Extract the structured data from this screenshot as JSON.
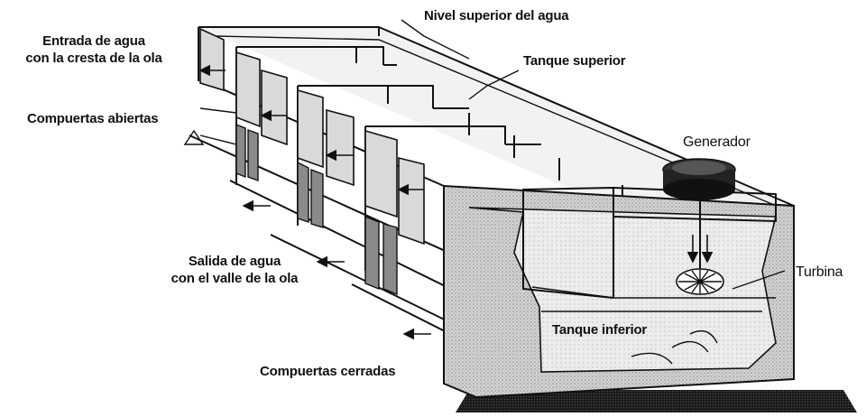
{
  "labels": {
    "water_inlet_line1": "Entrada de agua",
    "water_inlet_line2": "con la cresta de la ola",
    "upper_water_level": "Nivel superior del agua",
    "upper_tank": "Tanque superior",
    "open_gates": "Compuertas abiertas",
    "generator": "Generador",
    "turbine": "Turbina",
    "water_outlet_line1": "Salida de agua",
    "water_outlet_line2": "con el valle de la ola",
    "lower_tank": "Tanque inferior",
    "closed_gates": "Compuertas cerradas"
  },
  "colors": {
    "ink": "#111111",
    "gate_open": "#d9d9d9",
    "gate_closed": "#8a8a8a",
    "concrete": "#cfcfcf",
    "water": "#e6e6e6",
    "ground": "#1a1a1a"
  }
}
